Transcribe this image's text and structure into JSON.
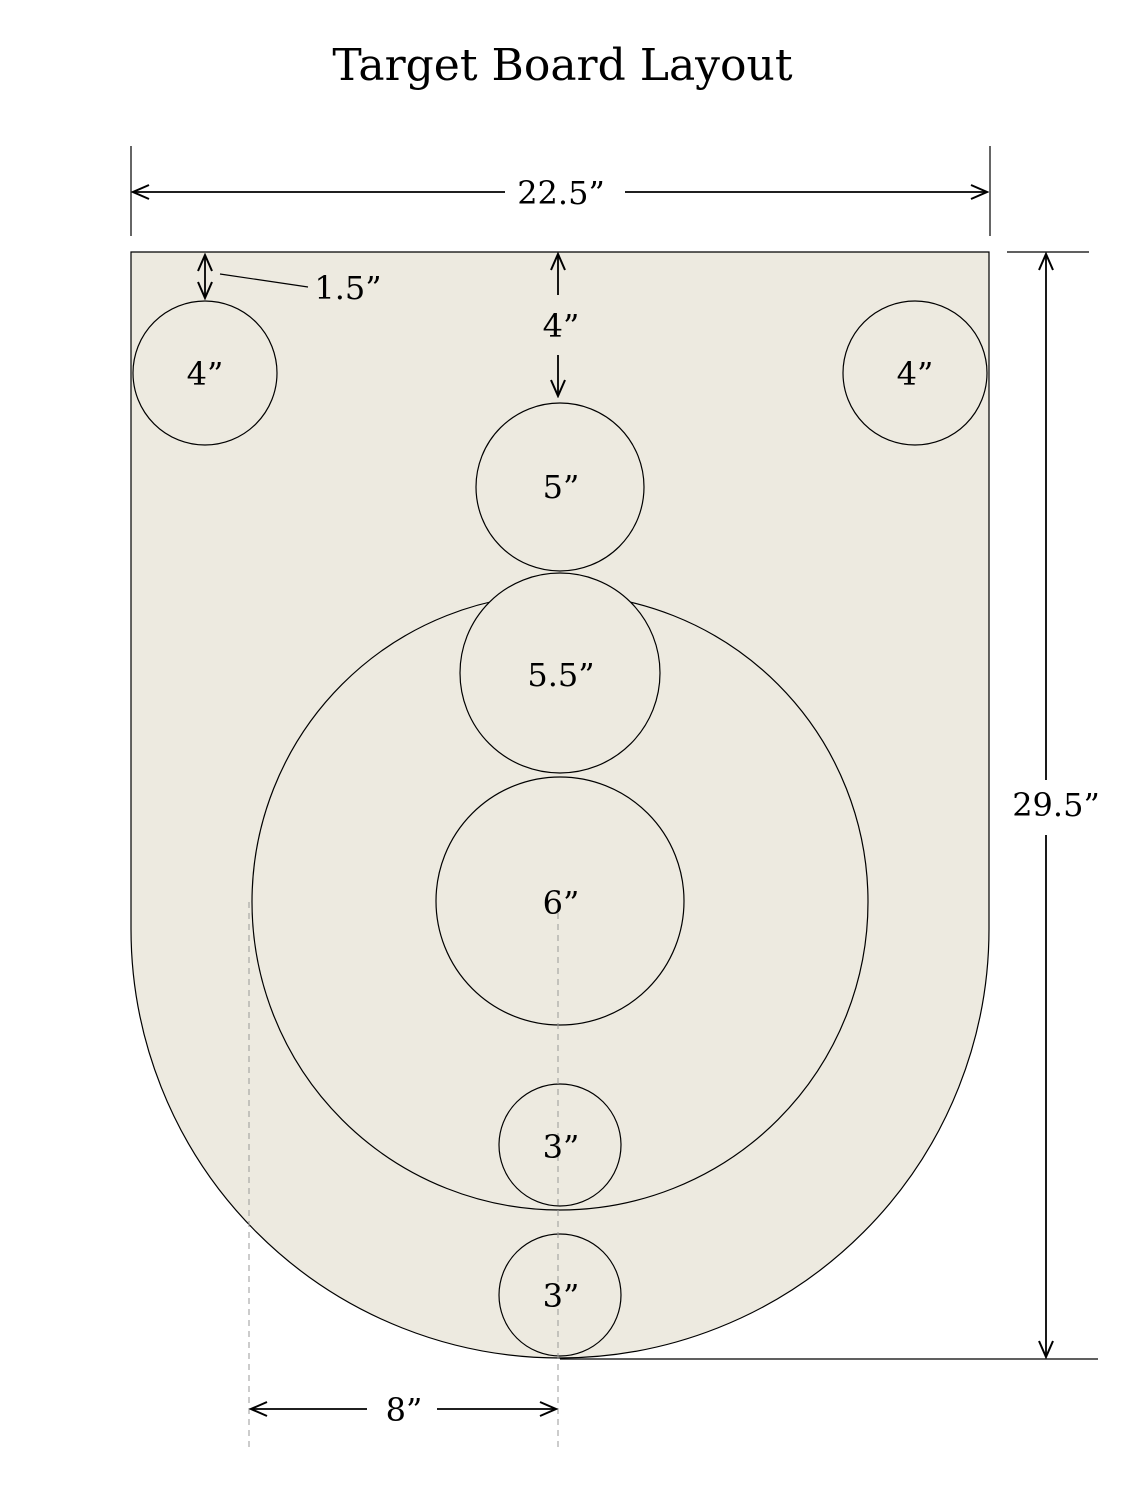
{
  "title": "Target Board Layout",
  "dimensions": {
    "width": "22.5”",
    "height": "29.5”",
    "top_margin": "1.5”",
    "center_offset": "4”",
    "bottom_offset": "8”"
  },
  "targets": {
    "top_left": "4”",
    "top_right": "4”",
    "center_top": "5”",
    "center_upper": "5.5”",
    "center_middle": "6”",
    "center_lower": "3”",
    "center_bottom": "3”"
  },
  "colors": {
    "board_fill": "#edeae0",
    "stroke": "#000000",
    "guide": "#999999"
  }
}
